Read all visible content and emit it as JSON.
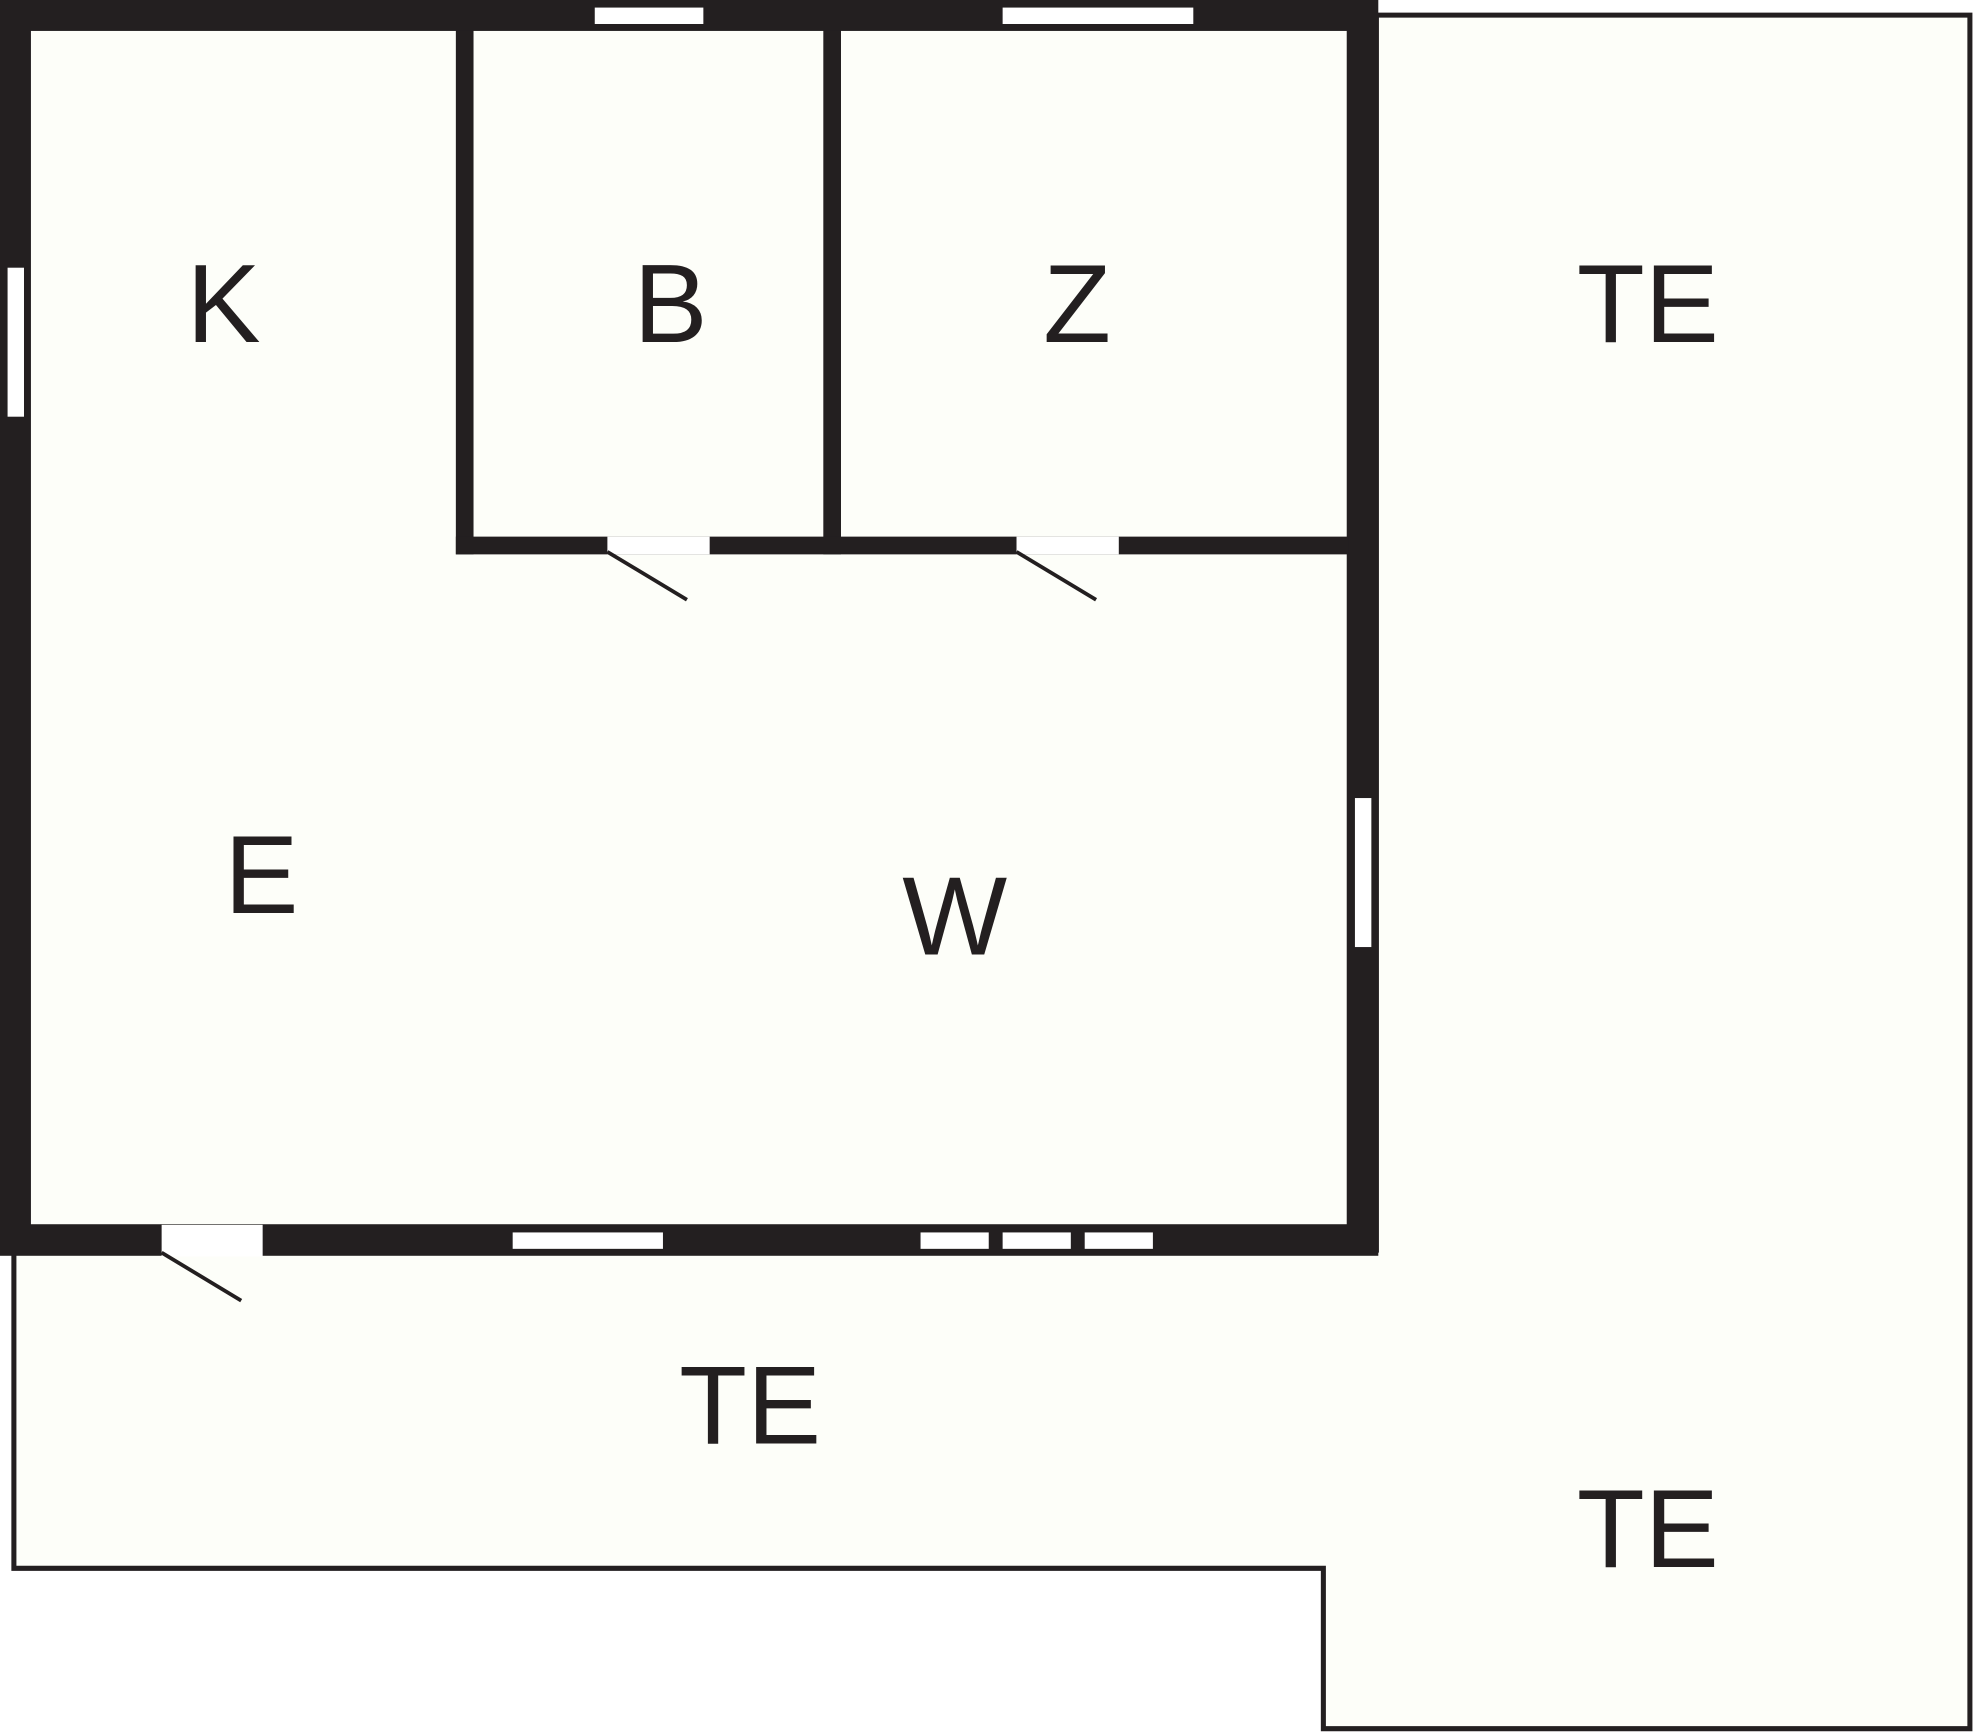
{
  "colors": {
    "wall": "#231f20",
    "floor": "#fdfef9",
    "background": "#ffffff",
    "opening": "#ffffff"
  },
  "rooms": [
    {
      "id": "kitchen",
      "label": "K"
    },
    {
      "id": "bathroom",
      "label": "B"
    },
    {
      "id": "bedroom",
      "label": "Z"
    },
    {
      "id": "dining",
      "label": "E"
    },
    {
      "id": "living",
      "label": "W"
    },
    {
      "id": "terrace-right-top",
      "label": "TE"
    },
    {
      "id": "terrace-bottom",
      "label": "TE"
    },
    {
      "id": "terrace-right-bottom",
      "label": "TE"
    }
  ]
}
